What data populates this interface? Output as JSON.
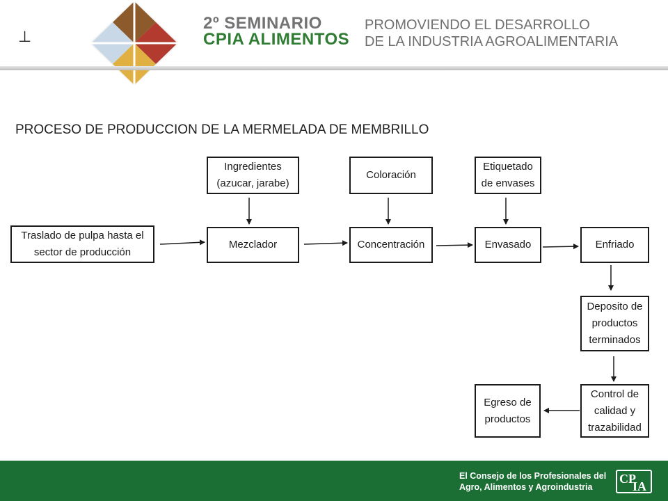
{
  "header": {
    "seminar_line1": "2º SEMINARIO",
    "seminar_line2": "CPIA ALIMENTOS",
    "tagline_line1": "PROMOVIENDO EL DESARROLLO",
    "tagline_line2": "DE LA INDUSTRIA AGROALIMENTARIA"
  },
  "title": "PROCESO DE PRODUCCION DE LA MERMELADA DE MEMBRILLO",
  "nodes": {
    "traslado": "Traslado de pulpa hasta el\nsector de producción",
    "ingredientes": "Ingredientes\n(azucar, jarabe)",
    "mezclador": "Mezclador",
    "coloracion": "Coloración",
    "concentracion": "Concentración",
    "etiquetado": "Etiquetado\nde envases",
    "envasado": "Envasado",
    "enfriado": "Enfriado",
    "deposito": "Deposito de\nproductos\nterminados",
    "control": "Control de\ncalidad y\ntrazabilidad",
    "egreso": "Egreso de\nproductos"
  },
  "footer": {
    "text_line1": "El Consejo de los Profesionales del",
    "text_line2": "Agro, Alimentos y Agroindustria",
    "logo_top": "CP",
    "logo_bottom": "IA"
  },
  "colors": {
    "brand_green": "#2e7d32",
    "footer_green": "#1b6e34",
    "header_gray": "#737373"
  }
}
